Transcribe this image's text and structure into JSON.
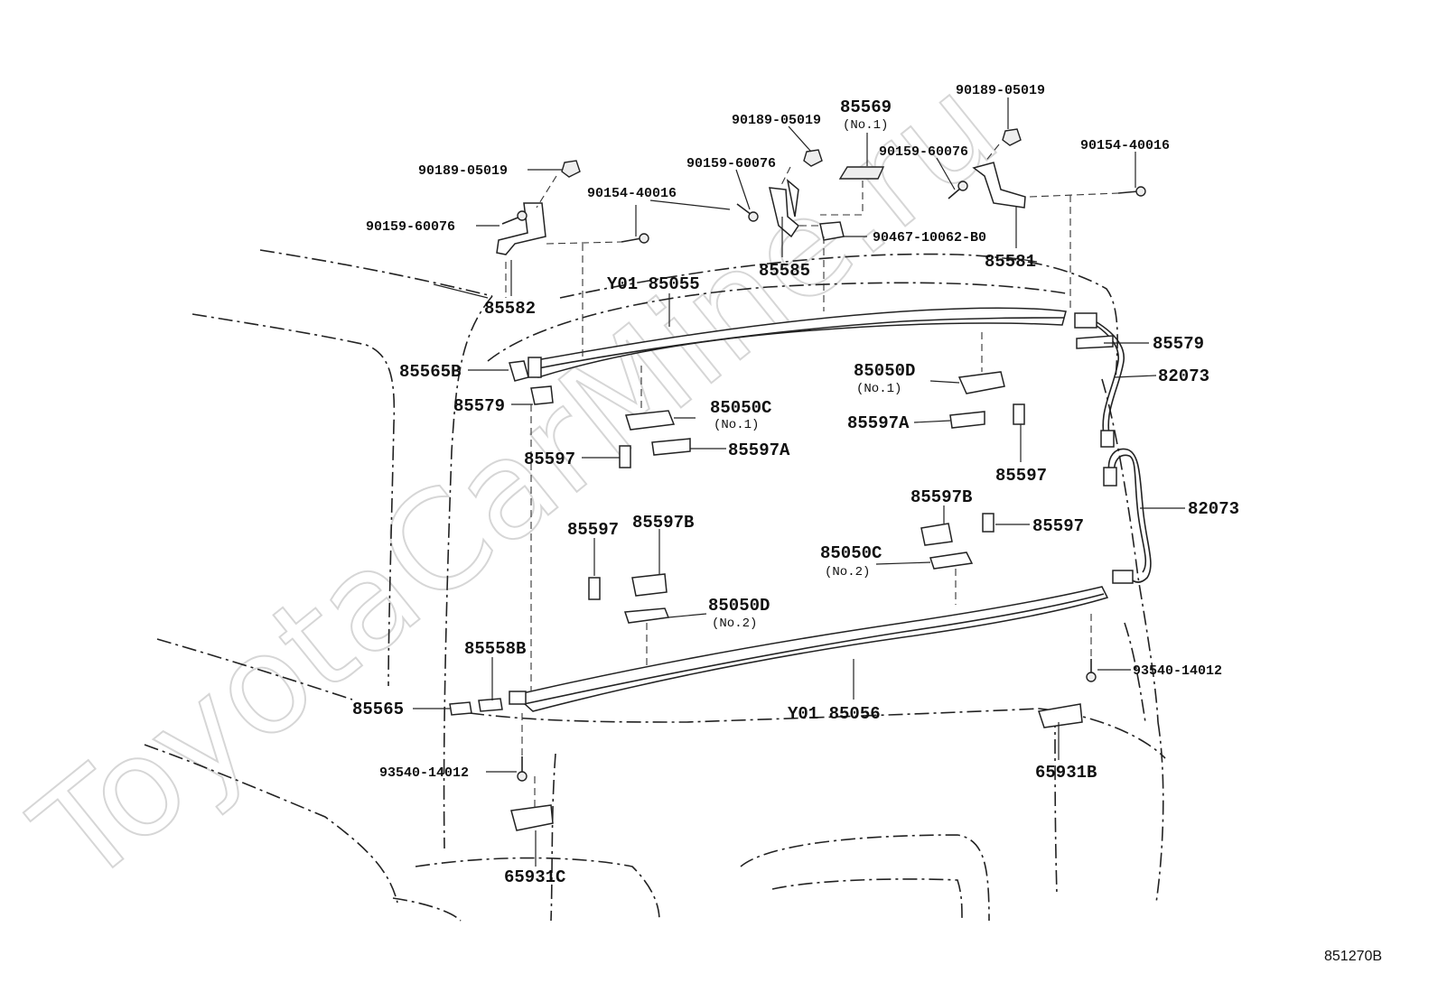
{
  "watermark": "ToyotaCarMine.ru",
  "figure_code": "851270B",
  "labels": {
    "p90189_05019_left": "90189-05019",
    "p90159_60076_left": "90159-60076",
    "p85582": "85582",
    "p90154_40016_left": "90154-40016",
    "p90189_05019_mid": "90189-05019",
    "p90159_60076_mid": "90159-60076",
    "p85569": "85569",
    "p85569_sub": "(No.1)",
    "p90189_05019_right": "90189-05019",
    "p90159_60076_right": "90159-60076",
    "p90154_40016_right": "90154-40016",
    "p90467": "90467-10062-B0",
    "p85585": "85585",
    "p85581": "85581",
    "pY01_85055": "Y01 85055",
    "p85579_right": "85579",
    "p82073_top": "82073",
    "p85565B": "85565B",
    "p85579_left": "85579",
    "p85050D_1": "85050D",
    "p85050D_1_sub": "(No.1)",
    "p85050C_1": "85050C",
    "p85050C_1_sub": "(No.1)",
    "p85597A_right": "85597A",
    "p85597_left": "85597",
    "p85597A_left": "85597A",
    "p85597_upper_right": "85597",
    "p82073_bottom": "82073",
    "p85597B_right": "85597B",
    "p85597_mid_left": "85597",
    "p85597B_left": "85597B",
    "p85597_mid_right": "85597",
    "p85050C_2": "85050C",
    "p85050C_2_sub": "(No.2)",
    "p85050D_2": "85050D",
    "p85050D_2_sub": "(No.2)",
    "p85558B": "85558B",
    "p93540_right": "93540-14012",
    "p85565": "85565",
    "pY01_85056": "Y01 85056",
    "p93540_left": "93540-14012",
    "p65931B": "65931B",
    "p65931C": "65931C"
  }
}
